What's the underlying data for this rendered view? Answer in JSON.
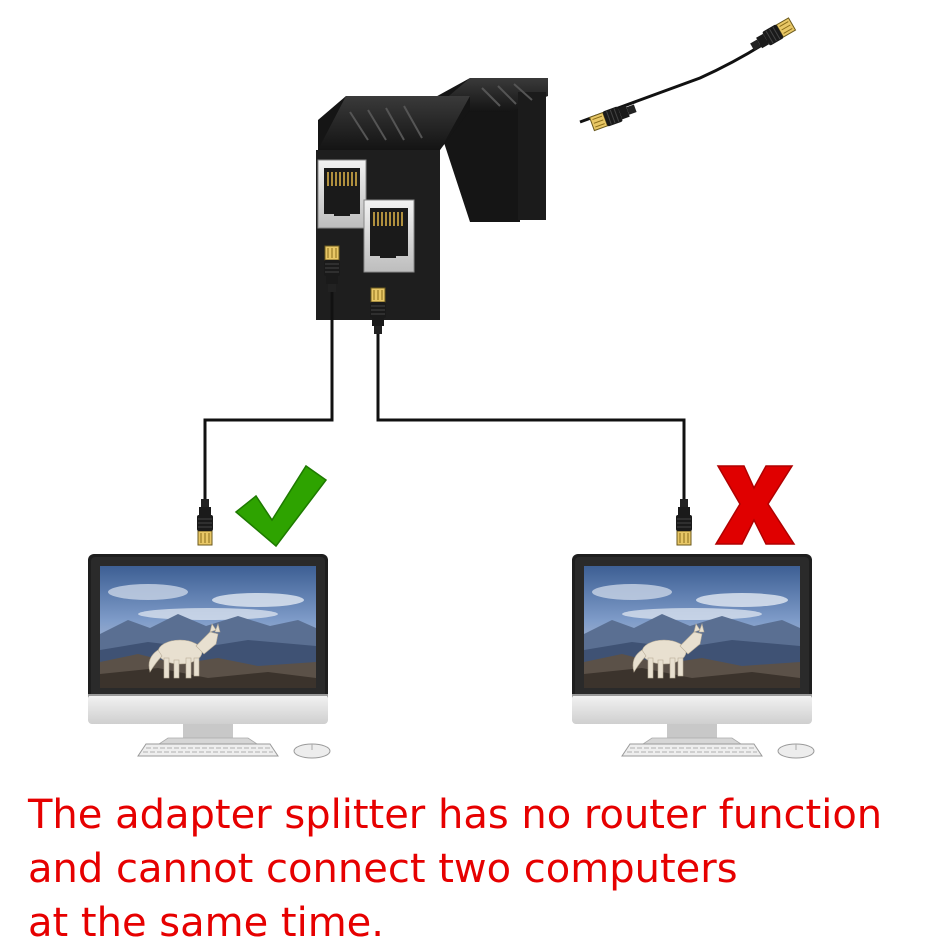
{
  "colors": {
    "caption": "#e60000",
    "check": "#2ea300",
    "cross": "#e00000",
    "adapter_body": "#1c1c1c",
    "cable": "#111111",
    "connector_gold": "#d4a73a"
  },
  "icons": {
    "ok": "checkmark-icon",
    "not_ok": "cross-icon"
  },
  "caption": {
    "line1": "The adapter splitter has no router function",
    "line2": "and cannot connect two computers",
    "line3": "at the same time."
  }
}
